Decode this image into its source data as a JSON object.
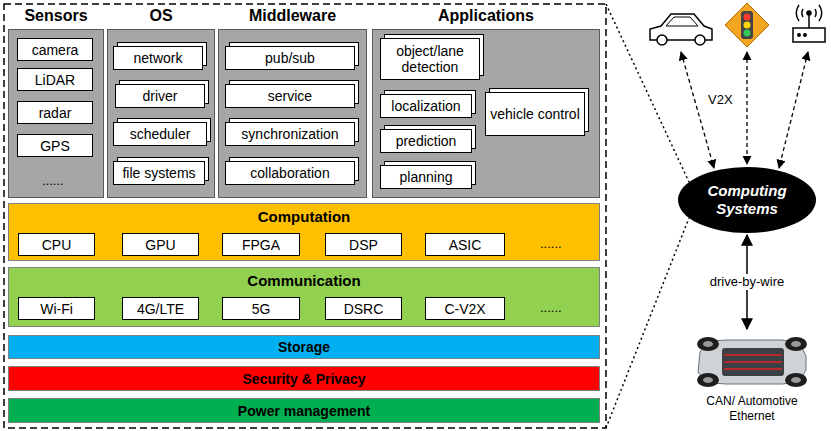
{
  "diagram": {
    "nodes": [
      {
        "text": [
          "Sensors"
        ]
      },
      {
        "text": [
          "camera"
        ],
        "in": 0
      },
      {
        "text": [
          "LiDAR"
        ],
        "in": 0
      },
      {
        "text": [
          "radar"
        ],
        "in": 0
      },
      {
        "text": [
          "GPS"
        ],
        "in": 0
      },
      {
        "text": [
          "OS"
        ]
      },
      {
        "text": [
          "network"
        ],
        "in": 5
      },
      {
        "text": [
          "driver"
        ],
        "in": 5
      },
      {
        "text": [
          "scheduler"
        ],
        "in": 5
      },
      {
        "text": [
          "file systems"
        ],
        "in": 5
      },
      {
        "text": [
          "Middleware"
        ]
      },
      {
        "text": [
          "pub/sub"
        ],
        "in": 10
      },
      {
        "text": [
          "service"
        ],
        "in": 10
      },
      {
        "text": [
          "synchronization"
        ],
        "in": 10
      },
      {
        "text": [
          "collaboration"
        ],
        "in": 10
      },
      {
        "text": [
          "Applications"
        ]
      },
      {
        "text": [
          "object/lane detection"
        ],
        "in": 15
      },
      {
        "text": [
          "localization"
        ],
        "in": 15
      },
      {
        "text": [
          "prediction"
        ],
        "in": 15
      },
      {
        "text": [
          "planning"
        ],
        "in": 15
      },
      {
        "text": [
          "vehicle control"
        ],
        "in": 15
      },
      {
        "text": [
          "Computation"
        ]
      },
      {
        "text": [
          "CPU"
        ],
        "in": 21
      },
      {
        "text": [
          "GPU"
        ],
        "in": 21
      },
      {
        "text": [
          "FPGA"
        ],
        "in": 21
      },
      {
        "text": [
          "DSP"
        ],
        "in": 21
      },
      {
        "text": [
          "ASIC"
        ],
        "in": 21
      },
      {
        "text": [
          "Communication"
        ]
      },
      {
        "text": [
          "Wi-Fi"
        ],
        "in": 27
      },
      {
        "text": [
          "4G/LTE"
        ],
        "in": 27
      },
      {
        "text": [
          "5G"
        ],
        "in": 27
      },
      {
        "text": [
          "DSRC"
        ],
        "in": 27
      },
      {
        "text": [
          "C-V2X"
        ],
        "in": 27
      },
      {
        "text": [
          "Storage"
        ]
      },
      {
        "text": [
          "Security & Privacy"
        ]
      },
      {
        "text": [
          "Power management"
        ]
      },
      {
        "text": [
          "Computing Systems"
        ]
      },
      {
        "text": [
          "CAN/ Automotive Ethernet"
        ]
      }
    ],
    "edges": [
      {
        "from": 36,
        "to": 37,
        "label": "drive-by-wire",
        "arrow": "both"
      }
    ],
    "labels": [
      "......",
      "......",
      "......",
      "V2X"
    ]
  }
}
